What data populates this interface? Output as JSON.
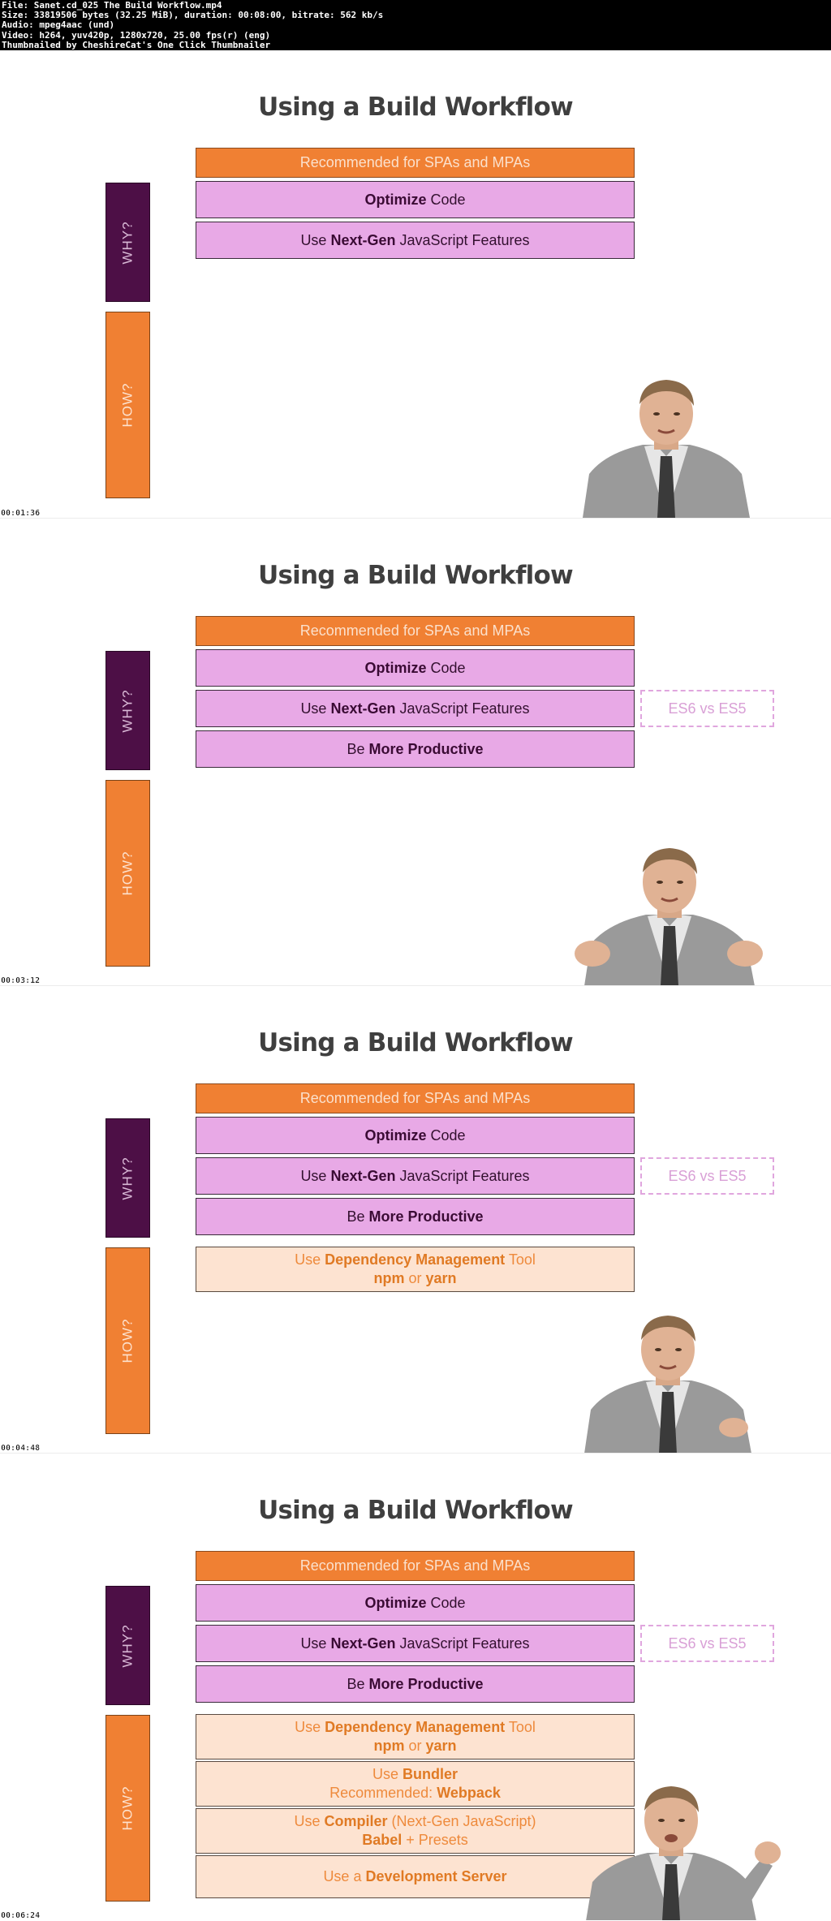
{
  "header": {
    "lines": [
      "File: Sanet.cd_025 The Build Workflow.mp4",
      "Size: 33819506 bytes (32.25 MiB), duration: 00:08:00, bitrate: 562 kb/s",
      "Audio: mpeg4aac (und)",
      "Video: h264, yuv420p, 1280x720, 25.00 fps(r) (eng)",
      "Thumbnailed by CheshireCat's One Click Thumbnailer"
    ]
  },
  "slide": {
    "title": "Using a Build Workflow",
    "why_label": "WHY?",
    "how_label": "HOW?",
    "recommended": "Recommended for SPAs and MPAs",
    "optimize": {
      "bold": "Optimize",
      "rest": " Code"
    },
    "nextgen": {
      "pre": "Use ",
      "bold": "Next-Gen",
      "rest": " JavaScript Features"
    },
    "productive": {
      "pre": "Be ",
      "bold": "More Productive"
    },
    "es_compare": "ES6 vs ES5",
    "dependency": {
      "pre": "Use ",
      "bold": "Dependency Management",
      "rest": " Tool",
      "line2_a": "npm",
      "line2_mid": " or ",
      "line2_b": "yarn"
    },
    "bundler": {
      "pre": "Use ",
      "bold": "Bundler",
      "line2_pre": "Recommended: ",
      "line2_bold": "Webpack"
    },
    "compiler": {
      "pre": "Use ",
      "bold": "Compiler",
      "rest": " (Next-Gen JavaScript)",
      "line2_bold": "Babel",
      "line2_rest": " + Presets"
    },
    "devserver": {
      "pre": "Use a ",
      "bold": "Development Server"
    }
  },
  "timestamps": [
    "00:01:36",
    "00:03:12",
    "00:04:48",
    "00:06:24"
  ],
  "colors": {
    "orange": "#f08033",
    "pink": "#e8a9e6",
    "purple": "#4d0f46",
    "peach": "#fde3d1",
    "title": "#3f3f3f"
  }
}
